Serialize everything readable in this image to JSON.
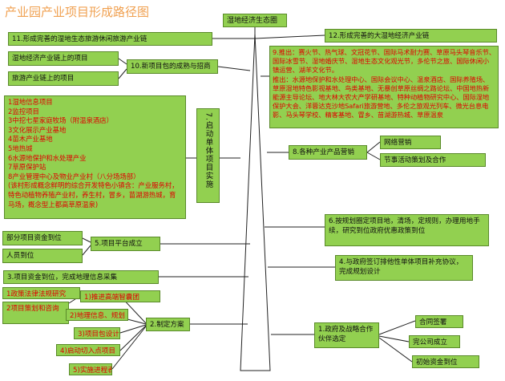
{
  "title": "产业园产业项目形成路径图",
  "spine": {
    "top_label": "湿地经济生态圈",
    "vertical_label": "7.启动单体项目实施"
  },
  "top": {
    "left_chain": "11.形成完善的湿地生态旅游休闲旅游产业链",
    "right_chain": "12.形成完善的大湿地经济产业链"
  },
  "left": {
    "wetland_chain_items": "湿地经济产业链上的项目",
    "tourism_chain_items": "旅游产业链上的项目",
    "new_project_pack": "10.新项目包的成熟与招商",
    "project_list": "1湿地信息项目\n2监控项目\n3中挖七星家庭牧场（附温泉酒店）\n3文化展示产业基地\n4苗木产业基地\n5地热城\n6水源地保护和水处理产业\n7草原保护站\n8产业管理中心及物业产业村（八分场场部）\n(该村形成概念鲜明的综合开发特色小镇含：产业服务村，特色动植物养殖产业村，养生村，冒乡，苗湖游热城，育马场，概念型上都高草原温泉)",
    "partial_funding": "部分项目资金到位",
    "personnel": "人员到位",
    "platform": "5.项目平台成立",
    "funding_complete": "3.项目资金到位，完成地理信息采集",
    "plan_main": "2.制定方案",
    "plan_left_items": [
      "1政策法律法规研究",
      "2项目策划和咨询"
    ],
    "plan_right_items": [
      "1)推进高端智囊团",
      "2)地理信息、规划",
      "3)项目包设计",
      "4)启动切入点项目",
      "5)实施进程表"
    ]
  },
  "right": {
    "promotion": "9.推出：赛火节、热气球、文冠花节、国际马术耐力赛、草原马头琴音乐节、国际冰雪节、湿地婚庆节、湿地生态文化观光节，多伦节之旅、国际休闲小镇运营、湖羊文化节。\n推出：水源地保护和水处理中心、国际会议中心、温泉酒店、国际养殖场、草原湿地特色影视基地、鸟类基地、无暴创草原丝绸之路论坛、中国地热新能源主导论坛、地大林大农大产学研基地、特种动植物研究中心、国际湿地保护大会、洋蓉达克沙地Safari旅游营地、多伦之旅观光列车、微光台息电影、马头琴学校、精客基地、冒乡、苗湖游热城、草原温泉",
    "marketing": "8.各种产业产品营销",
    "marketing_items": [
      "网络营销",
      "节事活动策划及合作"
    ],
    "planning": "6.按规划圈定项目地，清场，定规则，办理用地手续，研究到位政府优惠政策到位",
    "agreement": "4.与政府签订排他性单体项目补充协议，完成规划设计",
    "cooperation": "1.政府及战略合作伙伴选定",
    "coop_items": [
      "合同签署",
      "完公司成立",
      "初始资金到位"
    ]
  },
  "colors": {
    "box_fill": "#92d050",
    "box_border": "#5a8a2a",
    "red_text": "#e00000",
    "title": "#f0a050"
  }
}
